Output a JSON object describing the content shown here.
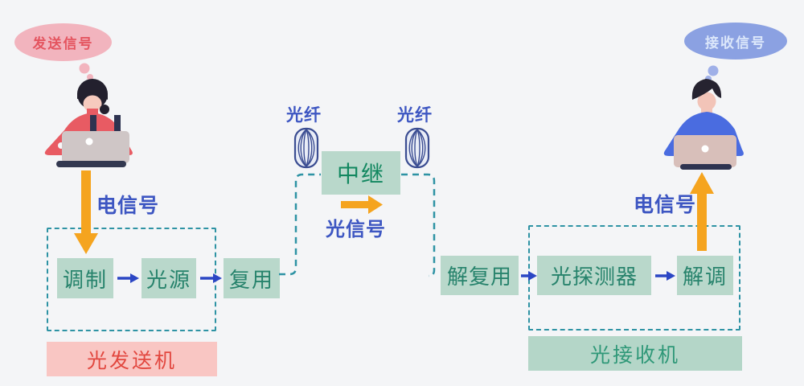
{
  "bubbles": {
    "send": "发送信号",
    "receive": "接收信号"
  },
  "signals": {
    "electrical_left": "电信号",
    "electrical_right": "电信号",
    "optical": "光信号"
  },
  "fiber_labels": {
    "left": "光纤",
    "right": "光纤"
  },
  "transmitter": {
    "label": "光发送机",
    "nodes": [
      {
        "label": "调制"
      },
      {
        "label": "光源"
      },
      {
        "label": "复用"
      }
    ]
  },
  "repeater": {
    "label": "中继"
  },
  "receiver": {
    "label": "光接收机",
    "nodes": [
      {
        "label": "解复用"
      },
      {
        "label": "光探测器"
      },
      {
        "label": "解调"
      }
    ]
  },
  "icons": {
    "fiber_spool": "fiber-spool-icon",
    "sender": "person-at-laptop-sender",
    "receiver": "person-at-laptop-receiver"
  },
  "colors": {
    "background": "#f4f5f7",
    "node_fill": "#b9d8cb",
    "node_text": "#27836c",
    "dashed_stroke": "#2e93a4",
    "orange_arrow": "#f5a41f",
    "blue_arrow": "#2b46c4",
    "signal_text": "#3d56c2",
    "pink_bubble": "#f2b4be",
    "pink_bubble_text": "#e4545f",
    "blue_bubble": "#8ba1e2",
    "pink_caption_fill": "#f9c6c3",
    "pink_caption_text": "#e2473f",
    "green_caption_fill": "#b4d6c8",
    "green_caption_text": "#2f9878"
  }
}
